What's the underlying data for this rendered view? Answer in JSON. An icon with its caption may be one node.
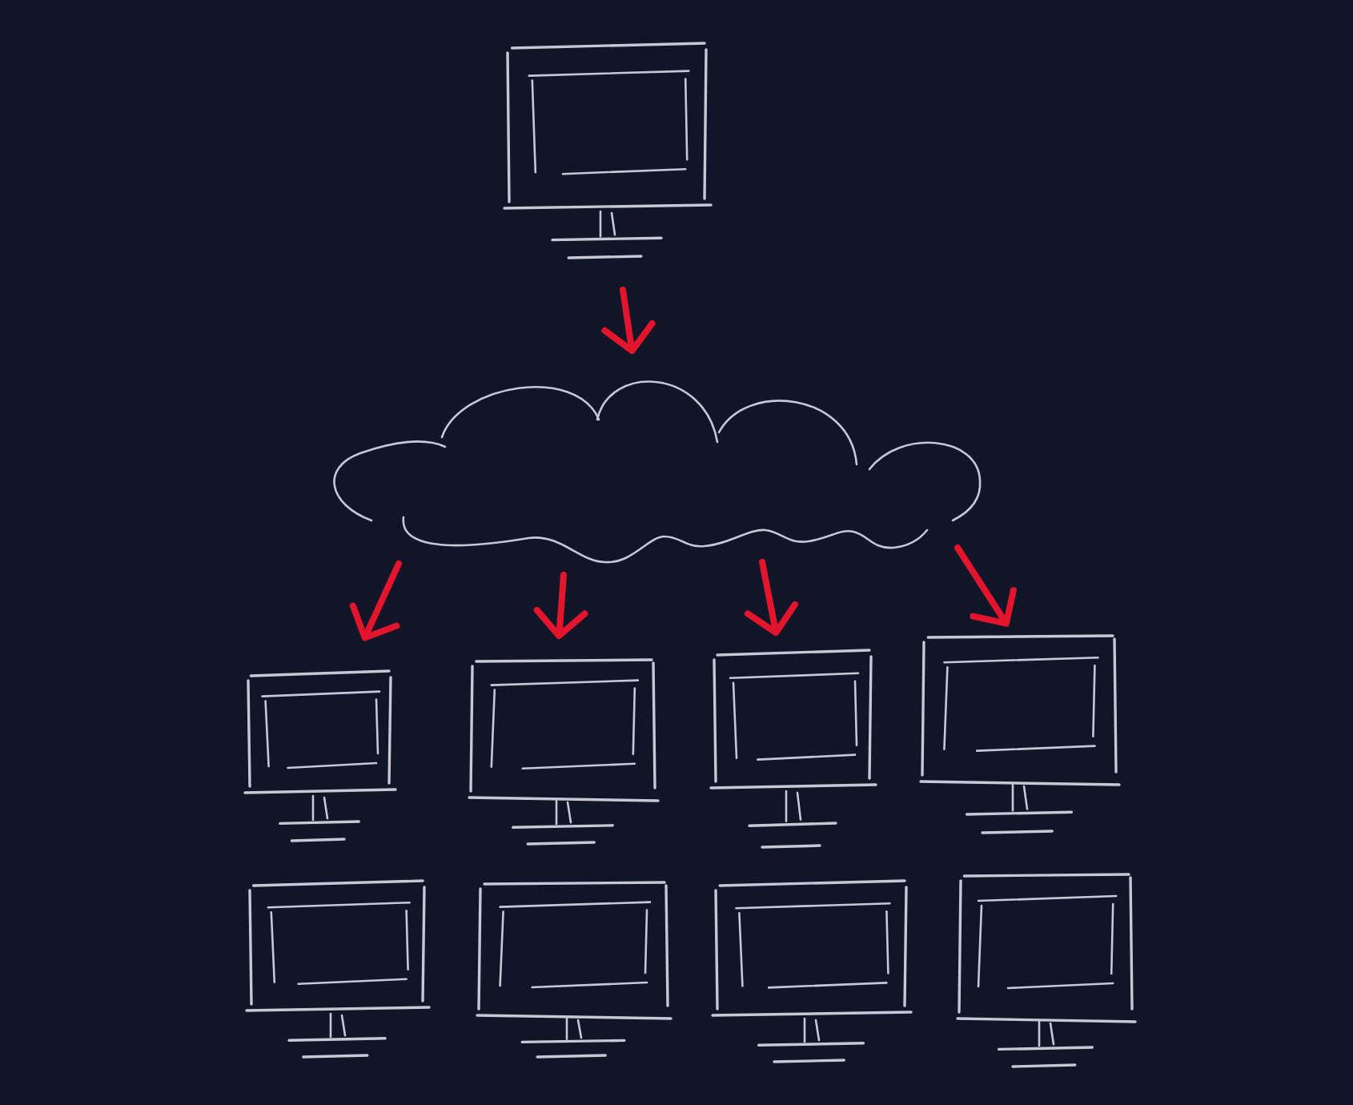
{
  "diagram": {
    "nodes": [
      {
        "text": [],
        "shape": "monitor"
      },
      {
        "text": [],
        "shape": "cloud"
      },
      {
        "text": [],
        "shape": "monitor"
      },
      {
        "text": [],
        "shape": "monitor"
      },
      {
        "text": [],
        "shape": "monitor"
      },
      {
        "text": [],
        "shape": "monitor"
      },
      {
        "text": [],
        "shape": "monitor"
      },
      {
        "text": [],
        "shape": "monitor"
      },
      {
        "text": [],
        "shape": "monitor"
      },
      {
        "text": [],
        "shape": "monitor"
      }
    ],
    "edges": [
      {
        "from": 0,
        "to": 1,
        "arrow": "to"
      },
      {
        "from": 1,
        "to": 2,
        "arrow": "to"
      },
      {
        "from": 1,
        "to": 3,
        "arrow": "to"
      },
      {
        "from": 1,
        "to": 4,
        "arrow": "to"
      },
      {
        "from": 1,
        "to": 5,
        "arrow": "to"
      }
    ]
  }
}
